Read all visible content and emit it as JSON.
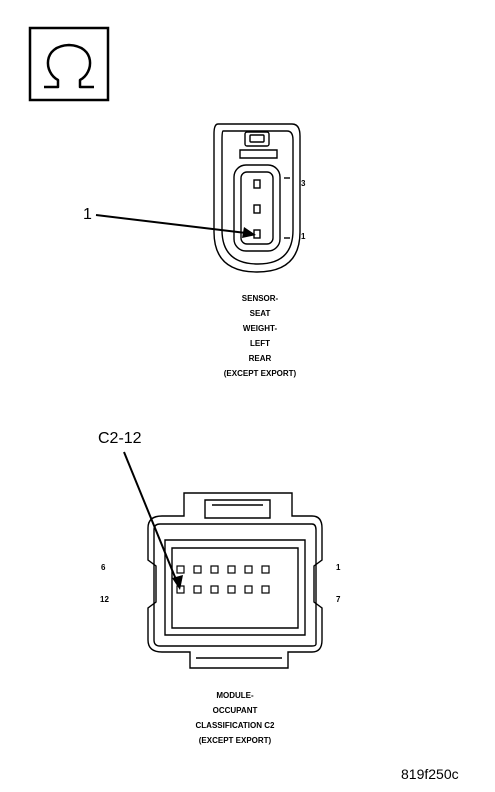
{
  "connector1": {
    "callout": "1",
    "pin_top": "3",
    "pin_bottom": "1",
    "caption": [
      "SENSOR-",
      "SEAT",
      "WEIGHT-",
      "LEFT",
      "REAR",
      "(EXCEPT EXPORT)"
    ]
  },
  "connector2": {
    "callout": "C2-12",
    "pin_top_left": "6",
    "pin_bottom_left": "12",
    "pin_top_right": "1",
    "pin_bottom_right": "7",
    "caption": [
      "MODULE-",
      "OCCUPANT",
      "CLASSIFICATION C2",
      "(EXCEPT EXPORT)"
    ]
  },
  "figure_id": "819f250c",
  "icons": {
    "ohmmeter": "ohm-symbol-icon"
  }
}
